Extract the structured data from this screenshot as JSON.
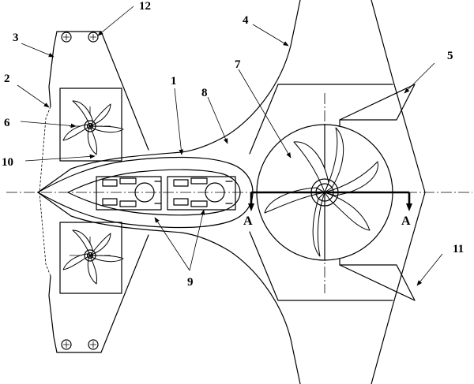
{
  "callouts": {
    "n1": "1",
    "n2": "2",
    "n3": "3",
    "n4": "4",
    "n5": "5",
    "n6": "6",
    "n7": "7",
    "n8": "8",
    "n9": "9",
    "n10": "10",
    "n11": "11",
    "n12": "12"
  },
  "section": {
    "left": "A",
    "right": "A"
  }
}
